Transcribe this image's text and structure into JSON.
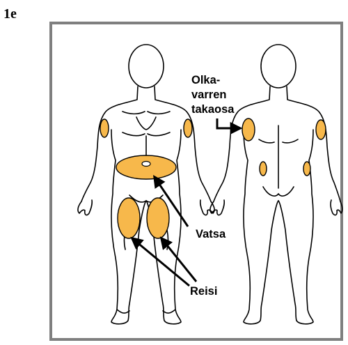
{
  "figure": {
    "label": "1e"
  },
  "labels": {
    "upper_arm_line1": "Olka-",
    "upper_arm_line2": "varren",
    "upper_arm_line3": "takaosa",
    "abdomen": "Vatsa",
    "thigh": "Reisi"
  },
  "colors": {
    "injection_area": "#f7b84b",
    "outline": "#000000",
    "frame": "#7f7f7f"
  }
}
